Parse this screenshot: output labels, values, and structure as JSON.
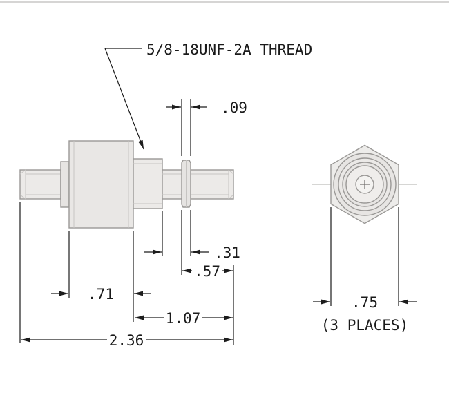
{
  "drawing": {
    "thread_callout": "5/8-18UNF-2A THREAD",
    "dimensions": {
      "nut_width": ".09",
      "thread_relief": ".31",
      "nut_to_end": ".57",
      "body_width": ".71",
      "body_to_end": "1.07",
      "overall_length": "2.36",
      "hex_across_flats": ".75",
      "hex_note": "(3 PLACES)"
    },
    "colors": {
      "background": "#ffffff",
      "part_line": "#9a9896",
      "part_fill": "#eceae8",
      "dimension_line": "#1c1c1c",
      "text": "#1a1a1a"
    }
  }
}
